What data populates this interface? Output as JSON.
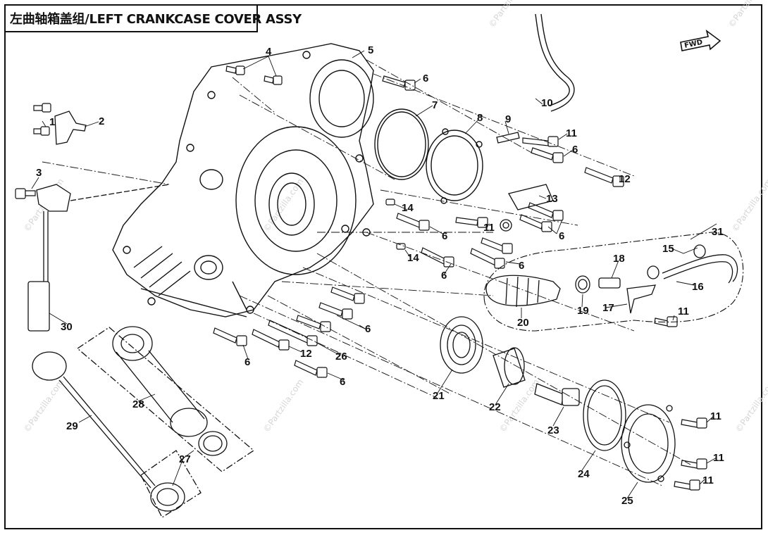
{
  "title": "左曲轴箱盖组/LEFT CRANKCASE COVER ASSY",
  "fwd_label": "FWD",
  "watermark": "©Partzilla.com",
  "callouts": [
    "1",
    "2",
    "3",
    "4",
    "5",
    "6",
    "7",
    "8",
    "9",
    "10",
    "11",
    "12",
    "13",
    "14",
    "15",
    "16",
    "17",
    "18",
    "19",
    "20",
    "21",
    "22",
    "23",
    "24",
    "25",
    "26",
    "27",
    "28",
    "29",
    "30",
    "31"
  ]
}
